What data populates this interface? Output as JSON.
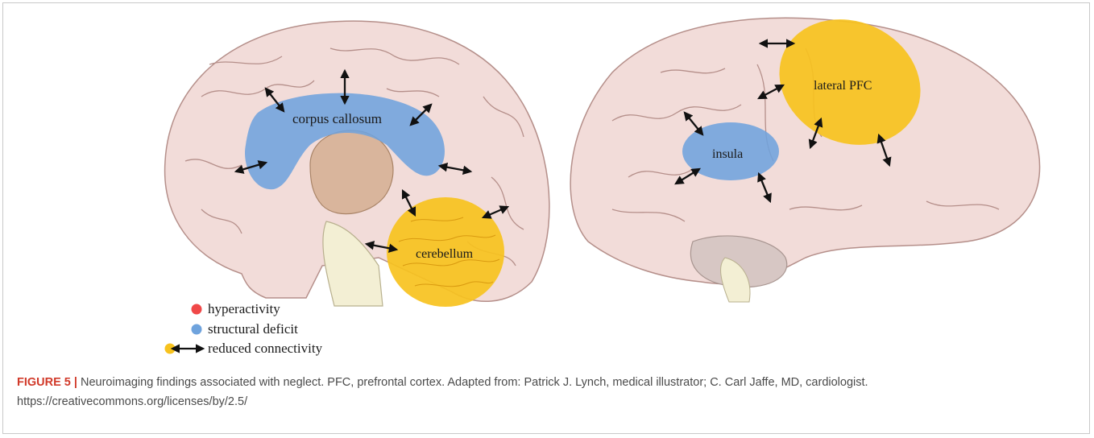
{
  "figure": {
    "labels": {
      "corpus_callosum": "corpus callosum",
      "cerebellum": "cerebellum",
      "insula": "insula",
      "lateral_pfc": "lateral PFC"
    },
    "legend": [
      {
        "label": "hyperactivity",
        "color": "#f04848"
      },
      {
        "label": "structural deficit",
        "color": "#6fa3dd"
      },
      {
        "label": "reduced connectivity",
        "color": "#f7c21e"
      }
    ]
  },
  "colors": {
    "brain": "#f2dcd9",
    "brain_outline": "#b58f8a",
    "deep_structure": "#d9b59c",
    "brainstem": "#f3efd4",
    "structural_deficit": "#6fa3dd",
    "reduced_connectivity": "#f7c21e",
    "arrow": "#111111"
  },
  "caption": {
    "figure_label": "FIGURE 5",
    "separator": "|",
    "text": " Neuroimaging findings associated with neglect. PFC, prefrontal cortex. Adapted from: Patrick J. Lynch, medical illustrator; C. Carl Jaffe, MD, cardiologist. https://creativecommons.org/licenses/by/2.5/"
  }
}
